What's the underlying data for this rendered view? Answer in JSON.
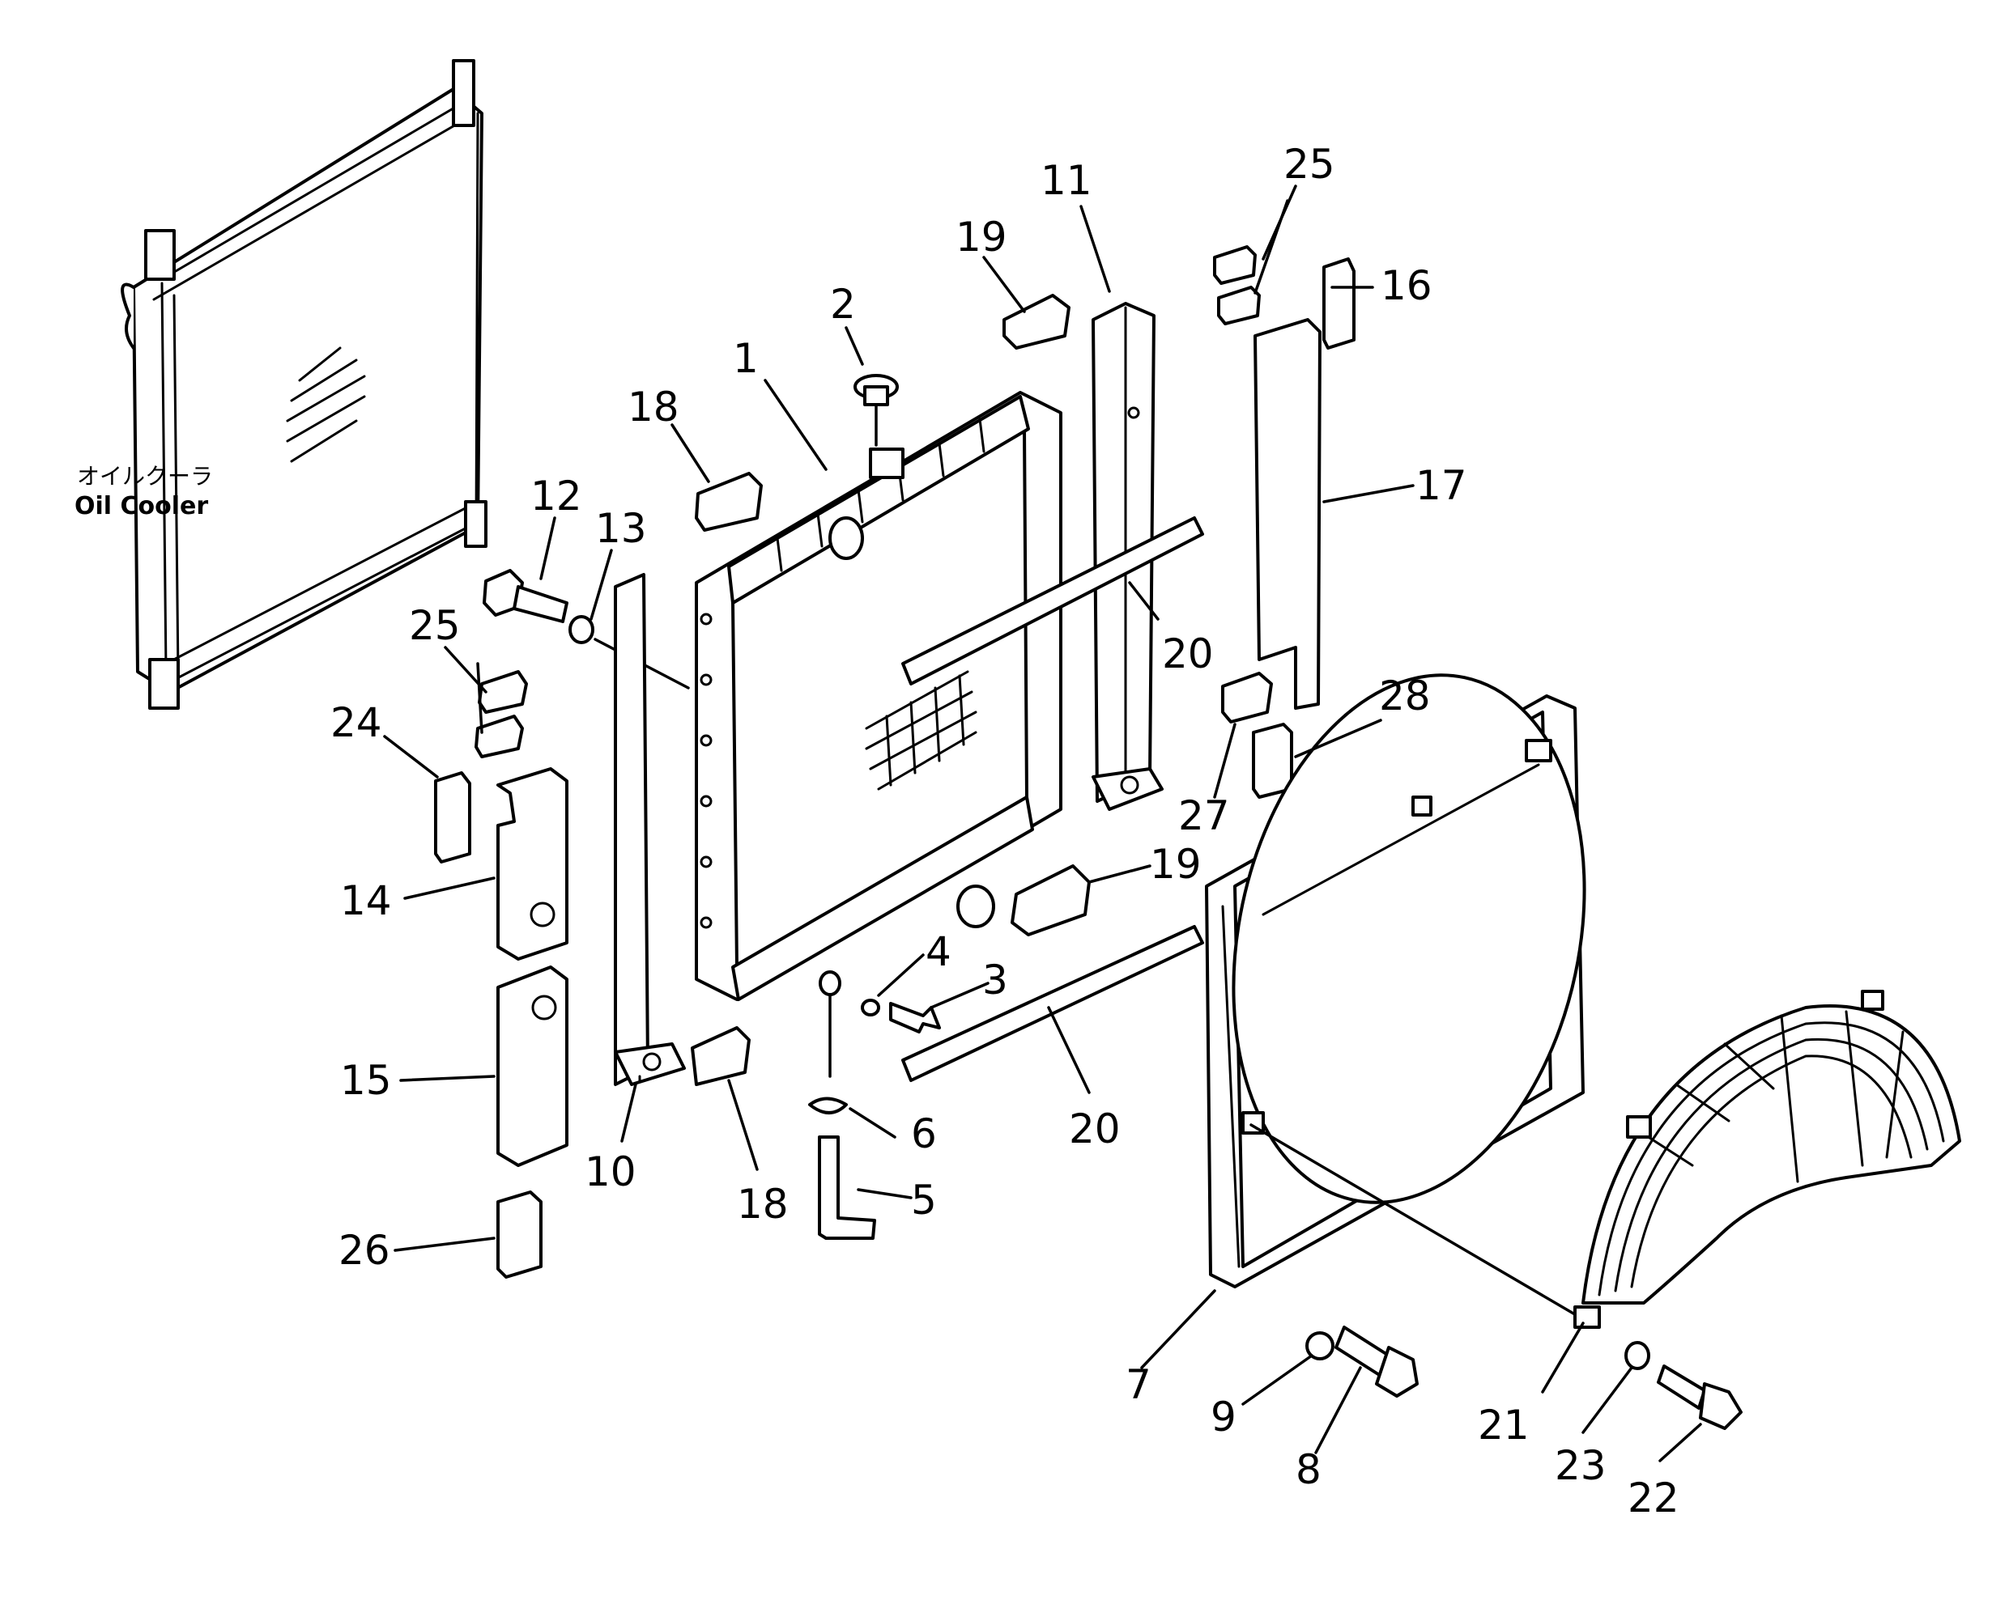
{
  "oil_cooler": {
    "label_jp": "オイルクーラ",
    "label_en": "Oil Cooler"
  },
  "callouts": [
    {
      "id": "1",
      "text": "1"
    },
    {
      "id": "2",
      "text": "2"
    },
    {
      "id": "3",
      "text": "3"
    },
    {
      "id": "4",
      "text": "4"
    },
    {
      "id": "5",
      "text": "5"
    },
    {
      "id": "6",
      "text": "6"
    },
    {
      "id": "7",
      "text": "7"
    },
    {
      "id": "8",
      "text": "8"
    },
    {
      "id": "9",
      "text": "9"
    },
    {
      "id": "10",
      "text": "10"
    },
    {
      "id": "11",
      "text": "11"
    },
    {
      "id": "12",
      "text": "12"
    },
    {
      "id": "13",
      "text": "13"
    },
    {
      "id": "14",
      "text": "14"
    },
    {
      "id": "15",
      "text": "15"
    },
    {
      "id": "16",
      "text": "16"
    },
    {
      "id": "17",
      "text": "17"
    },
    {
      "id": "18a",
      "text": "18"
    },
    {
      "id": "18b",
      "text": "18"
    },
    {
      "id": "19a",
      "text": "19"
    },
    {
      "id": "19b",
      "text": "19"
    },
    {
      "id": "20a",
      "text": "20"
    },
    {
      "id": "20b",
      "text": "20"
    },
    {
      "id": "21",
      "text": "21"
    },
    {
      "id": "22",
      "text": "22"
    },
    {
      "id": "23",
      "text": "23"
    },
    {
      "id": "24",
      "text": "24"
    },
    {
      "id": "25a",
      "text": "25"
    },
    {
      "id": "25b",
      "text": "25"
    },
    {
      "id": "26",
      "text": "26"
    },
    {
      "id": "27",
      "text": "27"
    },
    {
      "id": "28",
      "text": "28"
    }
  ]
}
